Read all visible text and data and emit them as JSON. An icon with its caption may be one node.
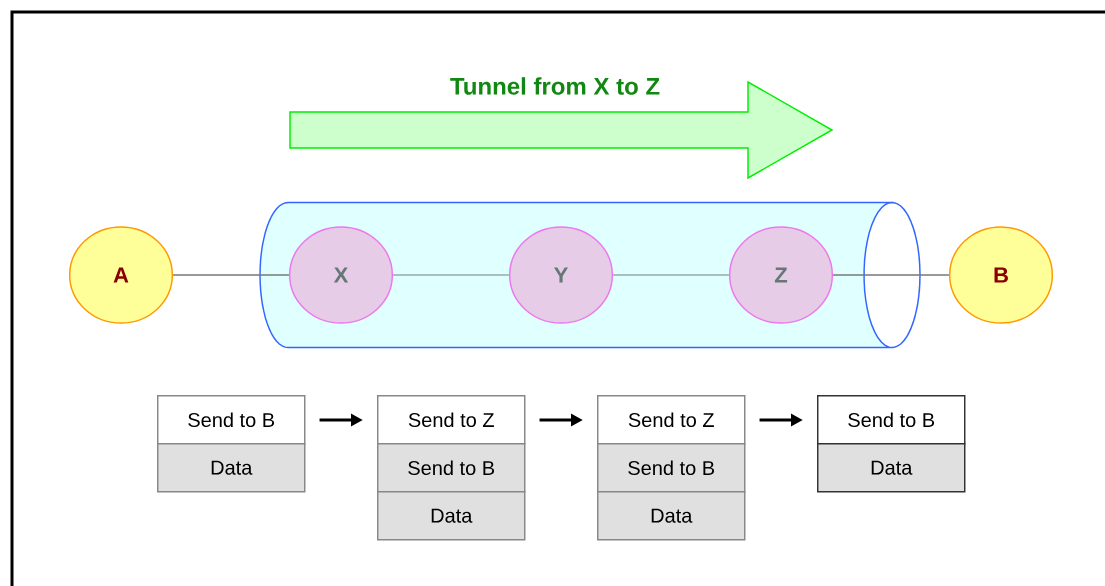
{
  "diagram": {
    "nodes": [
      {
        "text": [
          "A"
        ]
      },
      {
        "text": [],
        "shape": "cylinder"
      },
      {
        "text": [
          "X"
        ],
        "in": 1
      },
      {
        "text": [
          "Y"
        ],
        "in": 1
      },
      {
        "text": [
          "Z"
        ],
        "in": 1
      },
      {
        "text": [
          "B"
        ]
      },
      {
        "text": [
          "Send to B",
          "Data"
        ]
      },
      {
        "text": [
          "Send to Z",
          "Send to B",
          "Data"
        ]
      },
      {
        "text": [
          "Send to Z",
          "Send to B",
          "Data"
        ]
      },
      {
        "text": [
          "Send to B",
          "Data"
        ]
      }
    ],
    "edges": [
      {
        "from": 0,
        "to": 2,
        "arrow": "none",
        "color": "#777777"
      },
      {
        "from": 2,
        "to": 3,
        "arrow": "none",
        "color": "#99aaaa"
      },
      {
        "from": 3,
        "to": 4,
        "arrow": "none",
        "color": "#99aaaa"
      },
      {
        "from": 4,
        "to": 5,
        "arrow": "none",
        "color": "#777777"
      },
      {
        "from": 6,
        "to": 7,
        "arrow": "to",
        "style": "thick"
      },
      {
        "from": 7,
        "to": 8,
        "arrow": "to",
        "style": "thick"
      },
      {
        "from": 8,
        "to": 9,
        "arrow": "to",
        "style": "thick"
      }
    ],
    "labels": [
      "Tunnel from X to Z"
    ]
  }
}
